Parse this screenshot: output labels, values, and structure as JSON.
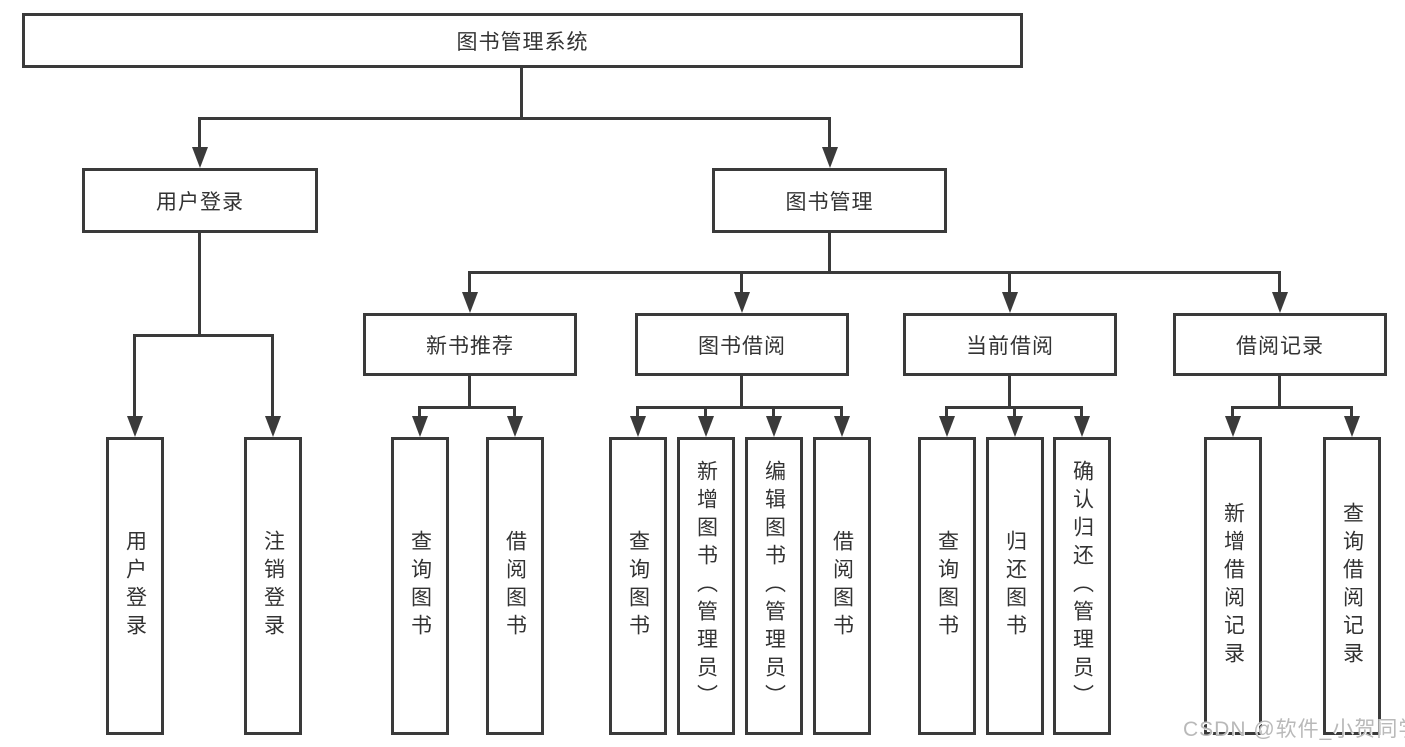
{
  "diagram_title": "图书管理系统",
  "nodes": {
    "root": {
      "label": "图书管理系统"
    },
    "level1": [
      {
        "label": "用户登录"
      },
      {
        "label": "图书管理"
      }
    ],
    "level2": [
      {
        "label": "新书推荐",
        "parent": "图书管理"
      },
      {
        "label": "图书借阅",
        "parent": "图书管理"
      },
      {
        "label": "当前借阅",
        "parent": "图书管理"
      },
      {
        "label": "借阅记录",
        "parent": "图书管理"
      }
    ],
    "leaves": [
      {
        "label": "用户登录",
        "parent": "用户登录"
      },
      {
        "label": "注销登录",
        "parent": "用户登录"
      },
      {
        "label": "查询图书",
        "parent": "新书推荐"
      },
      {
        "label": "借阅图书",
        "parent": "新书推荐"
      },
      {
        "label": "查询图书",
        "parent": "图书借阅"
      },
      {
        "label": "新增图书（管理员）",
        "parent": "图书借阅"
      },
      {
        "label": "编辑图书（管理员）",
        "parent": "图书借阅"
      },
      {
        "label": "借阅图书",
        "parent": "图书借阅"
      },
      {
        "label": "查询图书",
        "parent": "当前借阅"
      },
      {
        "label": "归还图书",
        "parent": "当前借阅"
      },
      {
        "label": "确认归还（管理员）",
        "parent": "当前借阅"
      },
      {
        "label": "新增借阅记录",
        "parent": "借阅记录"
      },
      {
        "label": "查询借阅记录",
        "parent": "借阅记录"
      }
    ]
  },
  "watermark": "CSDN @软件_小贺同学",
  "colors": {
    "line": "#3a3a3a",
    "box_border": "#3a3a3a",
    "text": "#333333",
    "watermark": "#b9b9b9",
    "background": "#ffffff"
  }
}
